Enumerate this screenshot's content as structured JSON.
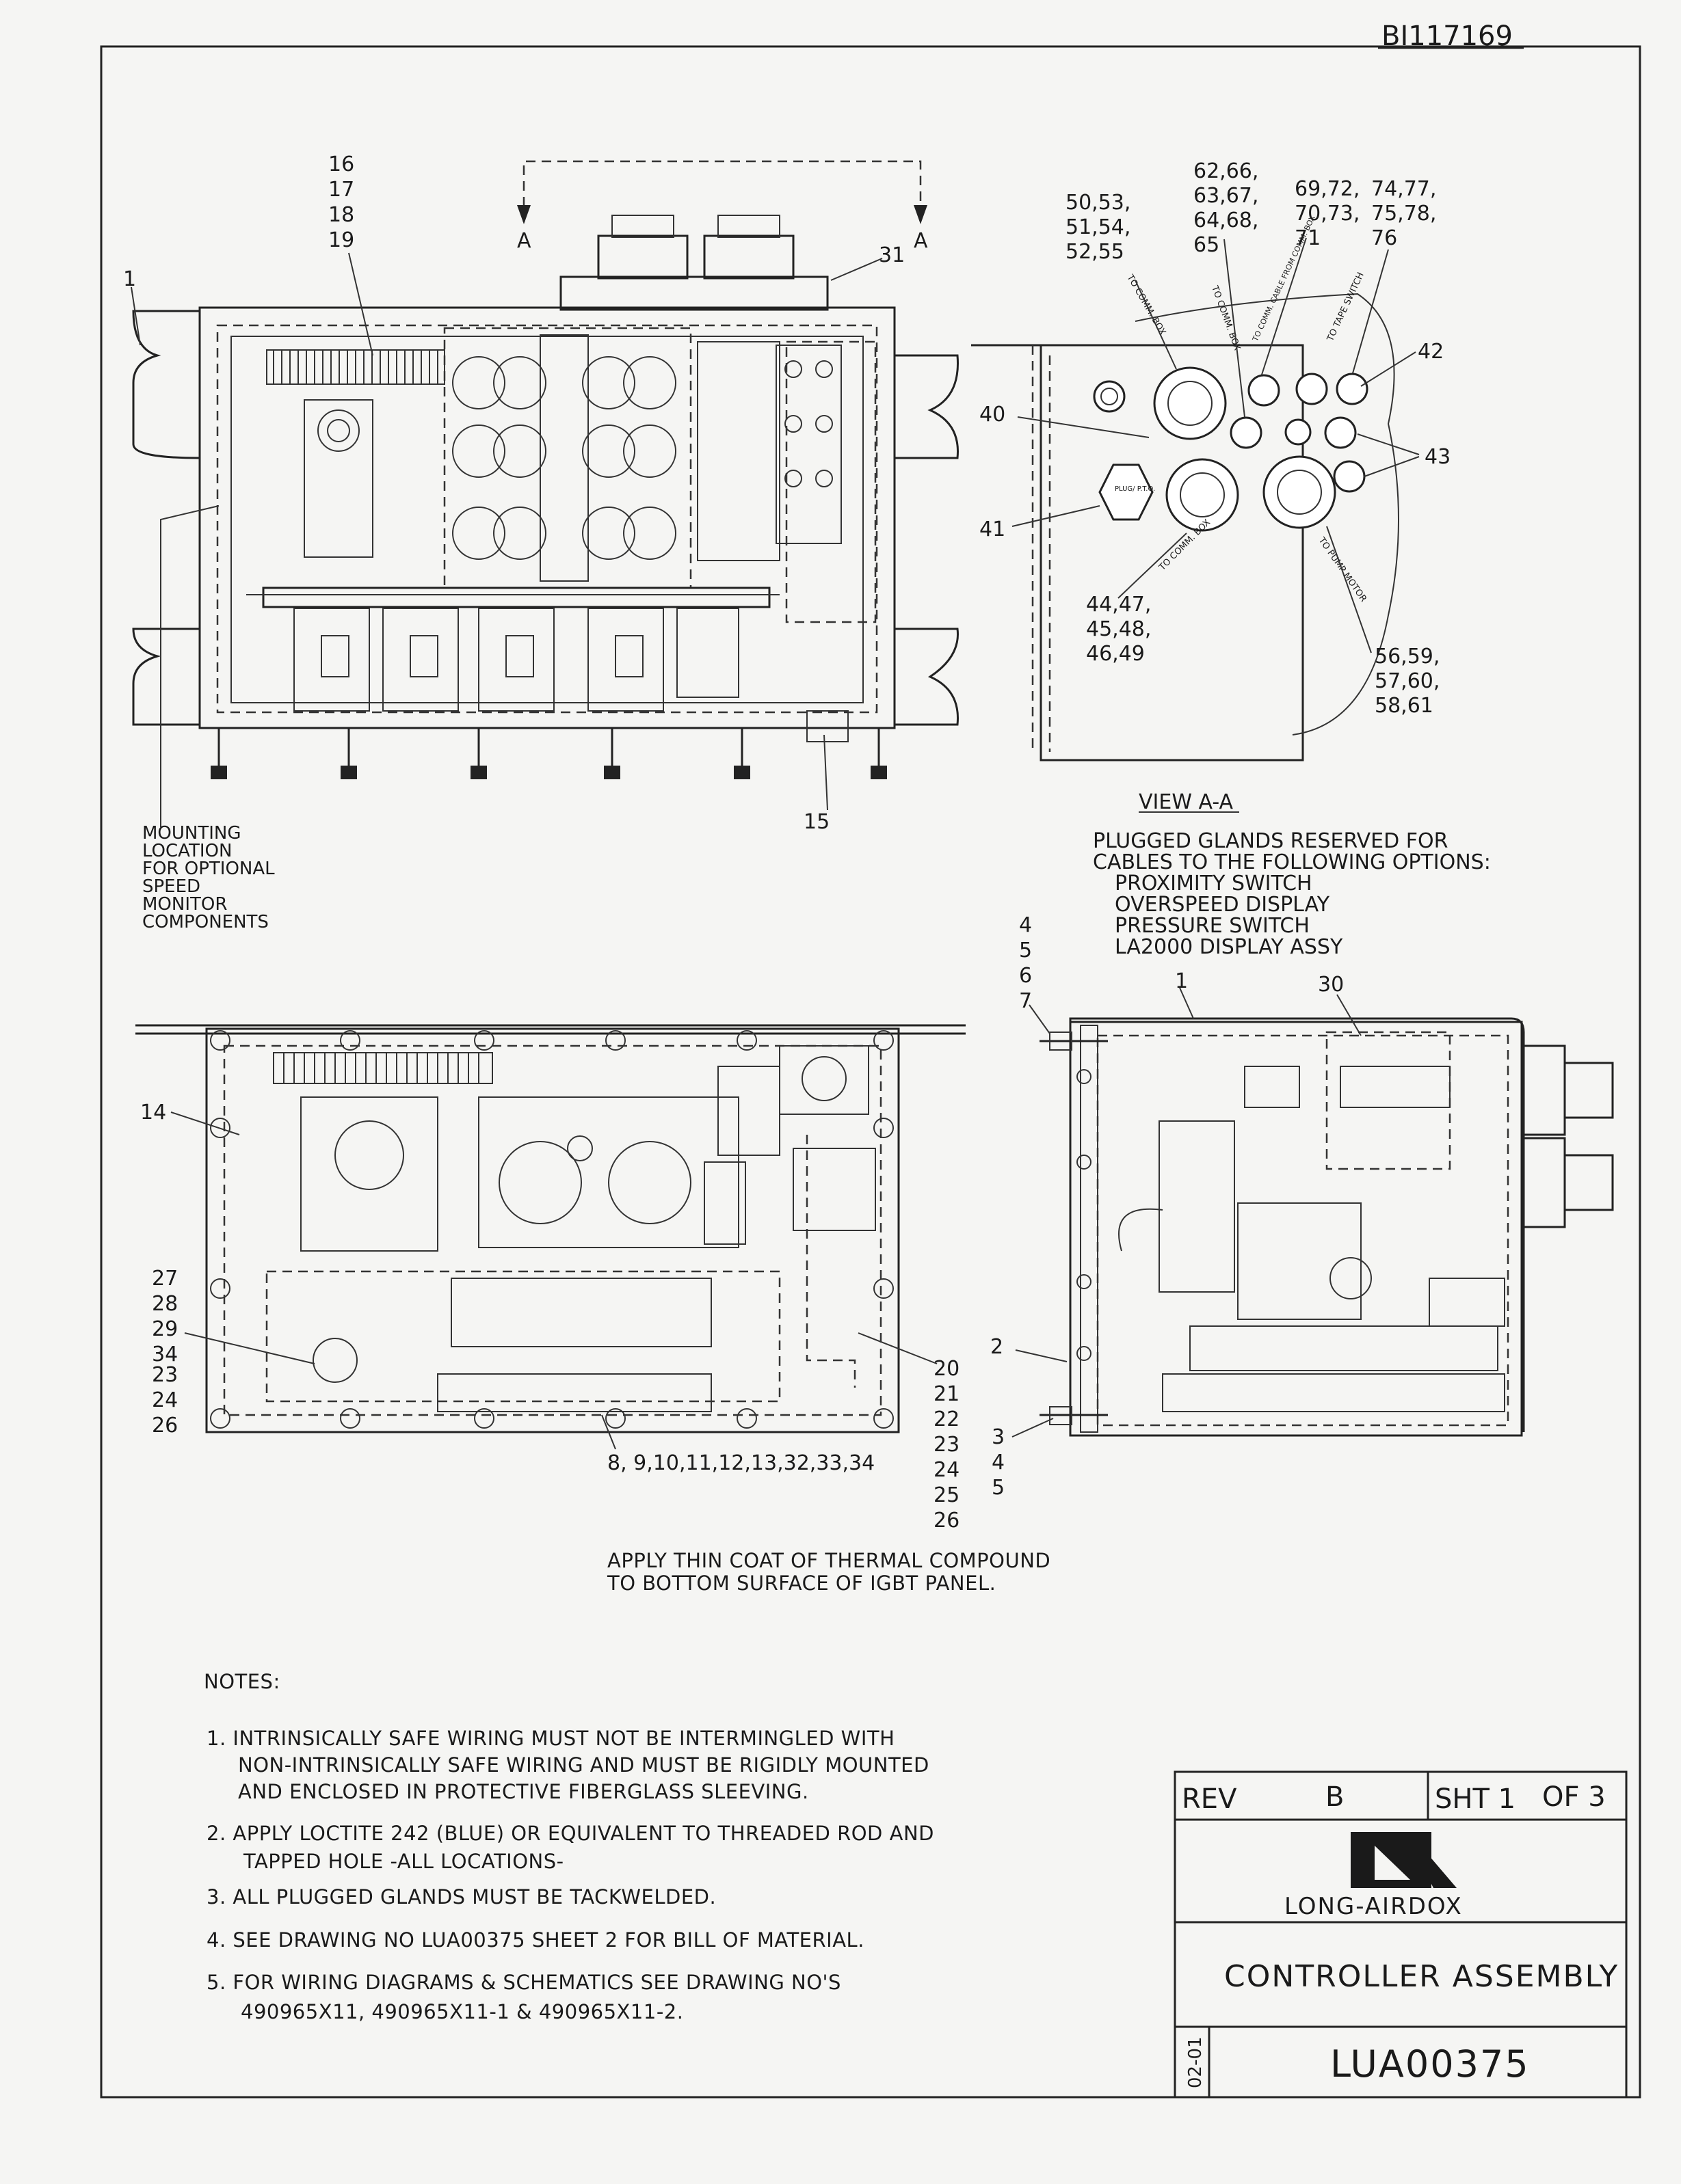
{
  "drawing_id": "BI117169",
  "title_block": {
    "rev_label": "REV",
    "rev_value": "B",
    "sheet_label": "SHT 1",
    "of_label": "OF 3",
    "company": "LONG-AIRDOX",
    "title": "CONTROLLER ASSEMBLY",
    "drawing_no": "LUA00375",
    "date_code": "02-01"
  },
  "top_left_view": {
    "section_marker": "A",
    "callouts": {
      "c16": "16",
      "c17": "17",
      "c18": "18",
      "c19": "19",
      "c1": "1",
      "c31": "31",
      "c15": "15"
    },
    "mounting_note": [
      "MOUNTING",
      "LOCATION",
      "FOR OPTIONAL",
      "SPEED",
      "MONITOR",
      "COMPONENTS"
    ]
  },
  "view_aa": {
    "caption": "VIEW A-A",
    "callouts": {
      "g1": [
        "50,53,",
        "51,54,",
        "52,55"
      ],
      "g2": [
        "62,66,",
        "63,67,",
        "64,68,",
        "65"
      ],
      "g3": [
        "69,72,",
        "70,73,",
        "71"
      ],
      "g4": [
        "74,77,",
        "75,78,",
        "76"
      ],
      "g5": [
        "44,47,",
        "45,48,",
        "46,49"
      ],
      "g6": [
        "56,59,",
        "57,60,",
        "58,61"
      ],
      "c40": "40",
      "c41": "41",
      "c42": "42",
      "c43": "43"
    },
    "gland_labels": {
      "to_comm_box_1": "TO COMM. BOX",
      "to_comm_box_2": "TO COMM. BOX",
      "to_comm_cable": "TO COMM. CABLE FROM COMM. BOX",
      "to_tape_switch": "TO TAPE SWITCH",
      "to_comm_box_3": "TO COMM. BOX",
      "to_pump_motor": "TO PUMP MOTOR",
      "plug": "PLUG/ P.T.O."
    }
  },
  "plugged_glands_note": {
    "heading": [
      "PLUGGED GLANDS RESERVED FOR",
      "CABLES TO THE FOLLOWING OPTIONS:"
    ],
    "options": [
      "PROXIMITY SWITCH",
      "OVERSPEED DISPLAY",
      "PRESSURE SWITCH",
      "LA2000 DISPLAY ASSY"
    ]
  },
  "bottom_left_view": {
    "callouts": {
      "c14": "14",
      "left_stack": [
        "27",
        "28",
        "29",
        "34",
        "23",
        "24",
        "26"
      ],
      "right_stack": [
        "20",
        "21",
        "22",
        "23",
        "24",
        "25",
        "26"
      ],
      "bottom": "8, 9,10,11,12,13,32,33,34"
    },
    "thermal_note": [
      "APPLY THIN COAT OF THERMAL COMPOUND",
      "TO BOTTOM SURFACE OF IGBT PANEL."
    ]
  },
  "side_view": {
    "callouts": {
      "top_stack": [
        "4",
        "5",
        "6",
        "7"
      ],
      "c1": "1",
      "c30": "30",
      "c2": "2",
      "bottom_stack": [
        "3",
        "4",
        "5"
      ]
    }
  },
  "notes": {
    "heading": "NOTES:",
    "items": [
      [
        "1.  INTRINSICALLY SAFE WIRING MUST NOT BE INTERMINGLED WITH",
        "NON-INTRINSICALLY SAFE WIRING AND MUST BE RIGIDLY MOUNTED",
        "AND ENCLOSED IN PROTECTIVE FIBERGLASS SLEEVING."
      ],
      [
        "2.  APPLY LOCTITE 242 (BLUE) OR EQUIVALENT TO THREADED ROD AND",
        "TAPPED HOLE   -ALL LOCATIONS-"
      ],
      [
        "3.  ALL PLUGGED GLANDS MUST BE TACKWELDED."
      ],
      [
        "4.  SEE DRAWING NO LUA00375 SHEET 2 FOR BILL OF MATERIAL."
      ],
      [
        "5.  FOR WIRING DIAGRAMS & SCHEMATICS SEE DRAWING NO'S",
        "490965X11, 490965X11-1 & 490965X11-2."
      ]
    ]
  }
}
